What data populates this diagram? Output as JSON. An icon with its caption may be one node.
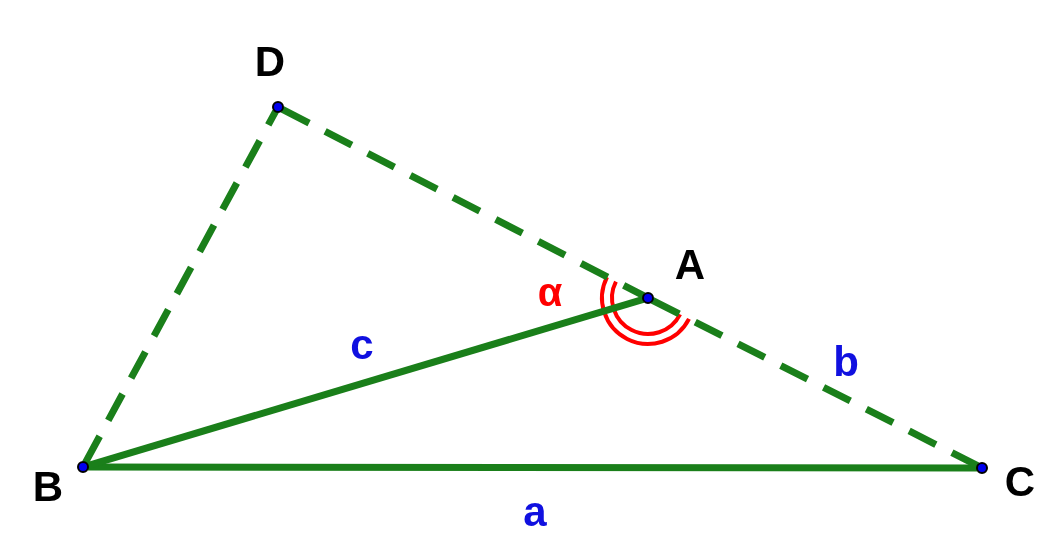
{
  "diagram": {
    "nodes": [
      {
        "text": [
          "D"
        ]
      },
      {
        "text": [
          "A"
        ]
      },
      {
        "text": [
          "B"
        ]
      },
      {
        "text": [
          "C"
        ]
      }
    ],
    "edges": [
      {
        "from": 2,
        "to": 3,
        "arrow": "none",
        "label": "a"
      },
      {
        "from": 2,
        "to": 1,
        "arrow": "none",
        "label": "c"
      },
      {
        "from": 1,
        "to": 3,
        "arrow": "none",
        "label": "b",
        "style": "dashed"
      },
      {
        "from": 0,
        "to": 1,
        "arrow": "none",
        "style": "dashed"
      },
      {
        "from": 2,
        "to": 0,
        "arrow": "none",
        "style": "dashed"
      }
    ],
    "labels": [
      "α"
    ]
  }
}
